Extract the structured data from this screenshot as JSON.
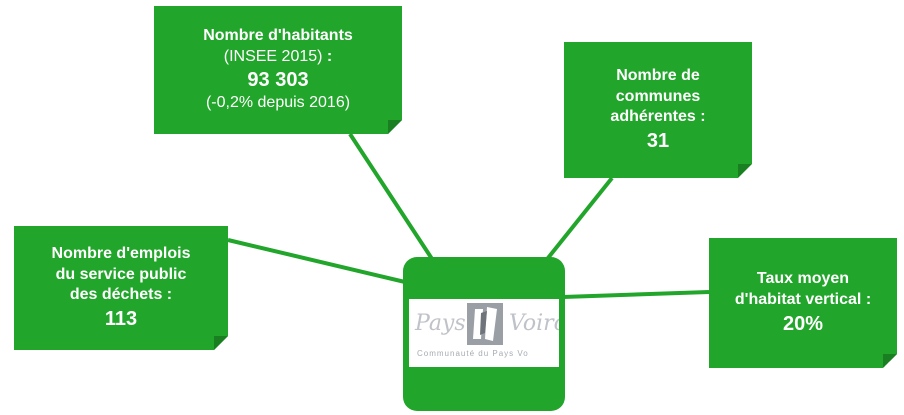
{
  "population": {
    "heading": "Nombre d'habitants",
    "source_prefix": "(INSEE 2015)",
    "source_suffix": " :",
    "value": "93 303",
    "change": "(-0,2% depuis 2016)"
  },
  "communes": {
    "line1": "Nombre de",
    "line2": "communes",
    "line3": "adhérentes :",
    "value": "31"
  },
  "jobs": {
    "line1": "Nombre d'emplois",
    "line2": "du service public",
    "line3": "des déchets :",
    "value": "113"
  },
  "habitat": {
    "line1": "Taux moyen",
    "line2": "d'habitat vertical :",
    "value": "20%"
  },
  "logo": {
    "word1": "Pays",
    "word2": "Voiro",
    "caption": "Communauté du Pays Vo"
  },
  "colors": {
    "note_green": "#22a52b",
    "connector_green": "#22a52b",
    "text": "#ffffff"
  }
}
